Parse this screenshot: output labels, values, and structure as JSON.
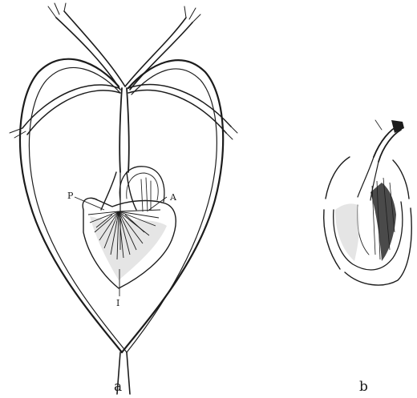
{
  "figure": {
    "panel_a": {
      "caption": "a",
      "labels": {
        "p": "P",
        "a": "A",
        "i": "I"
      }
    },
    "panel_b": {
      "caption": "b"
    }
  }
}
